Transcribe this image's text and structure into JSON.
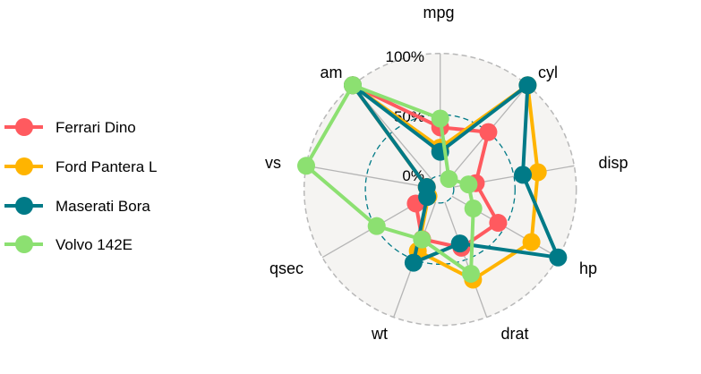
{
  "chart_data": {
    "type": "radar",
    "axes": [
      "mpg",
      "cyl",
      "disp",
      "hp",
      "drat",
      "wt",
      "qsec",
      "vs",
      "am"
    ],
    "grid_labels": [
      "0%",
      "50%",
      "100%"
    ],
    "range": [
      0,
      1
    ],
    "legend_position": "left",
    "series": [
      {
        "name": "Ferrari Dino",
        "color": "#FF5A5F",
        "values": [
          0.396,
          0.5,
          0.184,
          0.435,
          0.396,
          0.321,
          0.119,
          0,
          1
        ]
      },
      {
        "name": "Ford Pantera L",
        "color": "#FFB400",
        "values": [
          0.23,
          1,
          0.698,
          0.749,
          0.673,
          0.424,
          0,
          0,
          1
        ]
      },
      {
        "name": "Maserati Bora",
        "color": "#007A87",
        "values": [
          0.196,
          1,
          0.574,
          1,
          0.359,
          0.526,
          0.012,
          0,
          1
        ]
      },
      {
        "name": "Volvo 142E",
        "color": "#8CE071",
        "values": [
          0.468,
          0,
          0.124,
          0.201,
          0.622,
          0.324,
          0.488,
          1,
          1
        ]
      }
    ]
  }
}
